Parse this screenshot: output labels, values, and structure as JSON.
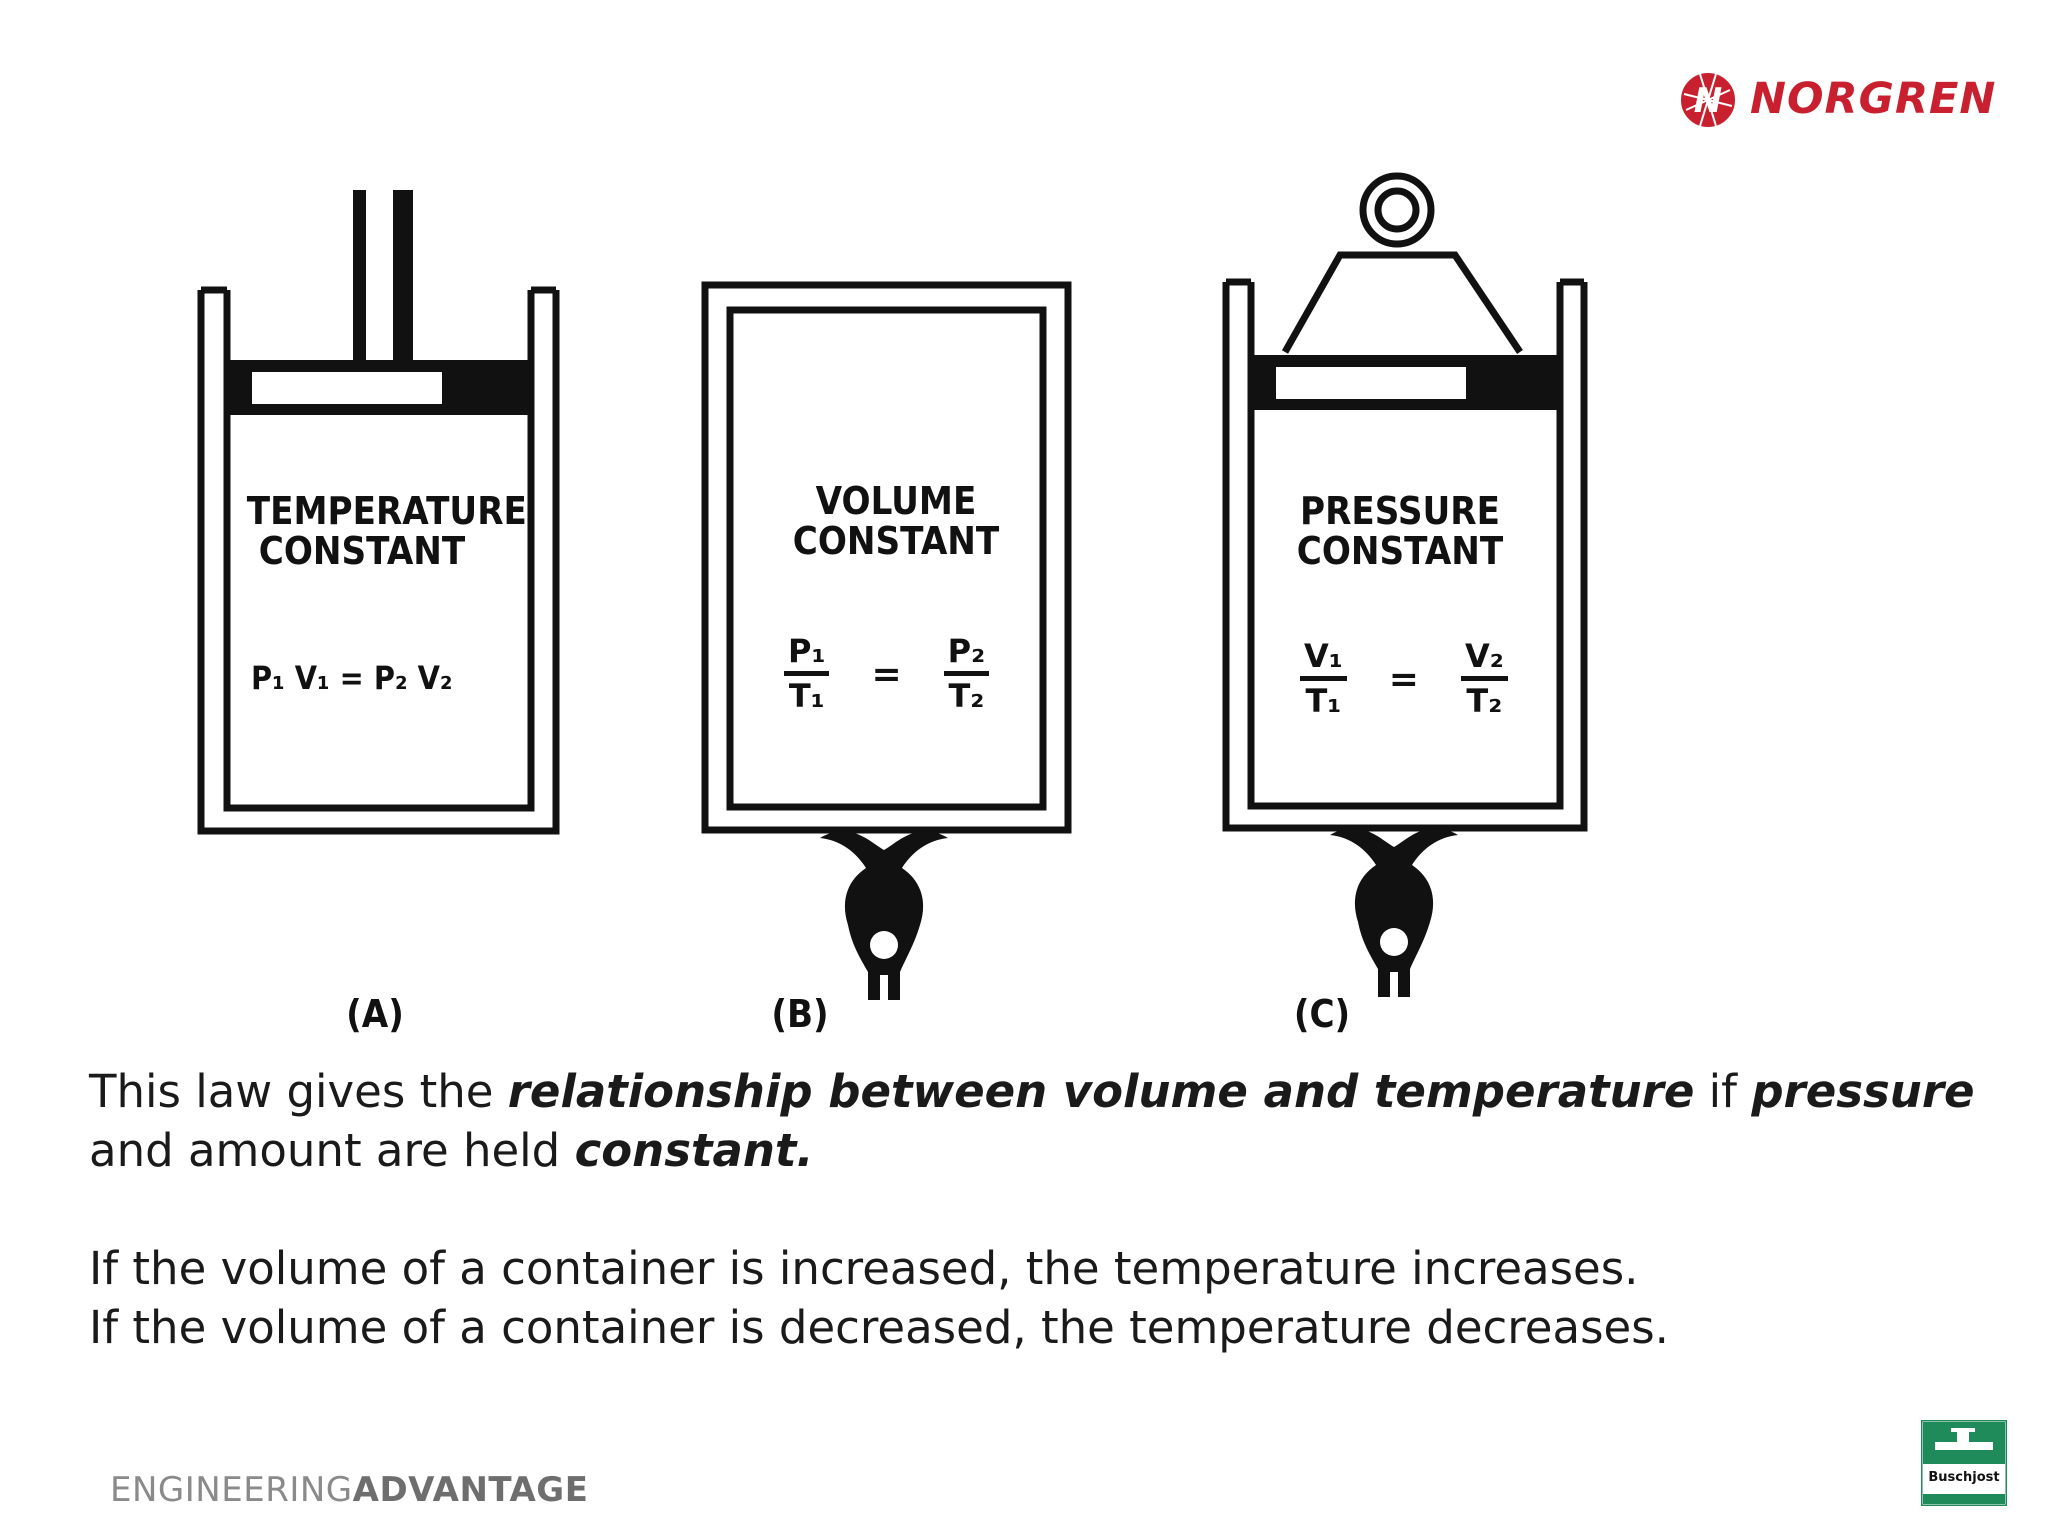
{
  "brand": {
    "norgren_name": "NORGREN",
    "norgren_color": "#c8202f",
    "buschjost_name": "Buschjost",
    "buschjost_color": "#1f8a5a"
  },
  "diagram": {
    "panels": [
      {
        "id": "A",
        "title_line1": "TEMPERATURE",
        "title_line2": "CONSTANT",
        "equation": "P₁ V₁ = P₂ V₂",
        "caption": "(A)"
      },
      {
        "id": "B",
        "title_line1": "VOLUME",
        "title_line2": "CONSTANT",
        "eq_num_left": "P₁",
        "eq_den_left": "T₁",
        "eq_op": "=",
        "eq_num_right": "P₂",
        "eq_den_right": "T₂",
        "caption": "(B)"
      },
      {
        "id": "C",
        "title_line1": "PRESSURE",
        "title_line2": "CONSTANT",
        "eq_num_left": "V₁",
        "eq_den_left": "T₁",
        "eq_op": "=",
        "eq_num_right": "V₂",
        "eq_den_right": "T₂",
        "caption": "(C)"
      }
    ]
  },
  "body": {
    "p1_a": "This law gives the ",
    "p1_b": "relationship between volume and temperature",
    "p1_c": " if ",
    "p1_d": "pressure",
    "p1_e": " and amount are held ",
    "p1_f": "constant.",
    "p2": "If the volume of a container is increased, the temperature increases.",
    "p3": "If the volume of a container is decreased, the temperature decreases."
  },
  "footer": {
    "tagline_light": "ENGINEERING",
    "tagline_strong": "ADVANTAGE"
  },
  "icons": {
    "norgren_logo": "norgren-globe-icon",
    "buschjost_logo": "buschjost-valve-icon",
    "burner": "bunsen-burner-icon",
    "weight": "ring-weight-icon"
  }
}
